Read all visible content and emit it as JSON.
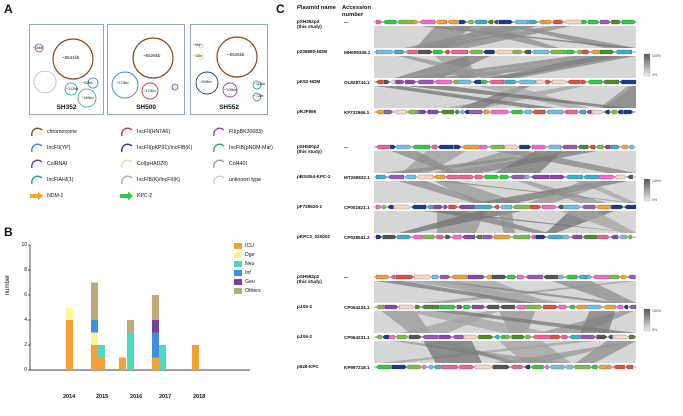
{
  "panelA": {
    "letter": "A",
    "boxes": [
      {
        "name": "SH352",
        "labels": [
          "~5541kb",
          "~273kb",
          "~185kb",
          "~112kb",
          "~82kb",
          "~10kb"
        ]
      },
      {
        "name": "SH500",
        "labels": [
          "~5526kb",
          "~273kb",
          "~170kb",
          "~4kb"
        ]
      },
      {
        "name": "SH552",
        "labels": [
          "~5526kb",
          "~259kb",
          "~106kb",
          "~111kb",
          "~72kb",
          "~11kb",
          "~5kb"
        ]
      }
    ],
    "legend": [
      {
        "label": "chromosome",
        "color": "#8b4513",
        "shape": "arc"
      },
      {
        "label": "IncFII(HNTA6)",
        "color": "#c0392b",
        "shape": "arc"
      },
      {
        "label": "FII(pBK30683)",
        "color": "#8e44ad",
        "shape": "arc"
      },
      {
        "label": "IncFII(YP)",
        "color": "#2e86de",
        "shape": "arc"
      },
      {
        "label": "IncFII(pKP91)/IncFIB(K)",
        "color": "#1a3a8a",
        "shape": "arc"
      },
      {
        "label": "IncFIB(pNDM-Mar)",
        "color": "#27ae60",
        "shape": "arc"
      },
      {
        "label": "ColRNAI",
        "color": "#6c3483",
        "shape": "arc"
      },
      {
        "label": "Col(pHAD28)",
        "color": "#f0d9a0",
        "shape": "arc"
      },
      {
        "label": "Col440I",
        "color": "#999999",
        "shape": "arc"
      },
      {
        "label": "IncFIAHI(1)",
        "color": "#16a085",
        "shape": "arc"
      },
      {
        "label": "IncFIB(K)/IncFII(K)",
        "color": "#aaaaaa",
        "shape": "arc"
      },
      {
        "label": "unknown type",
        "color": "#cccccc",
        "shape": "arc"
      },
      {
        "label": "NDM-1",
        "color": "#f5a623",
        "shape": "arrow"
      },
      {
        "label": "KPC-2",
        "color": "#2ecc40",
        "shape": "arrow"
      }
    ]
  },
  "panelB": {
    "letter": "B",
    "ylabel": "number",
    "yticks": [
      "0",
      "2",
      "4",
      "6",
      "8",
      "10"
    ],
    "years": [
      "2014",
      "2015",
      "2016",
      "2017",
      "2018"
    ],
    "legend": [
      {
        "label": "ICU",
        "color": "#f5a035"
      },
      {
        "label": "Dge",
        "color": "#fff59d"
      },
      {
        "label": "Neu",
        "color": "#4dd9c0"
      },
      {
        "label": "Inf",
        "color": "#3d8de0"
      },
      {
        "label": "Geu",
        "color": "#7b3fa0"
      },
      {
        "label": "Others",
        "color": "#c2a878"
      }
    ],
    "chart_data": {
      "type": "bar",
      "stacked": true,
      "ylabel": "number",
      "ylim": [
        0,
        10
      ],
      "categories": [
        "2014-a",
        "2014-b",
        "2015-a",
        "2015-b",
        "2016-a",
        "2016-b",
        "2017-a",
        "2017-b",
        "2018-a"
      ],
      "series": [
        {
          "name": "ICU",
          "values": [
            0,
            4,
            2,
            1,
            1,
            0,
            1,
            0,
            2
          ]
        },
        {
          "name": "Dge",
          "values": [
            0,
            1,
            1,
            0,
            0,
            0,
            0,
            0,
            0
          ]
        },
        {
          "name": "Neu",
          "values": [
            0,
            0,
            0,
            1,
            0,
            3,
            0,
            2,
            0
          ]
        },
        {
          "name": "Inf",
          "values": [
            0,
            0,
            1,
            0,
            0,
            0,
            2,
            0,
            0
          ]
        },
        {
          "name": "Geu",
          "values": [
            0,
            0,
            0,
            0,
            0,
            0,
            1,
            0,
            0
          ]
        },
        {
          "name": "Others",
          "values": [
            0,
            0,
            3,
            0,
            0,
            1,
            2,
            0,
            0
          ]
        }
      ]
    }
  },
  "panelC": {
    "letter": "C",
    "header_name": "Plasmid name",
    "header_acc": "Accession number",
    "groups": [
      {
        "rows": [
          {
            "name": "pSH352p3",
            "sub": "(this study)",
            "acc": "—"
          },
          {
            "name": "p209880-NDM",
            "sub": "",
            "acc": "MH909345.1"
          },
          {
            "name": "pK52-NDM",
            "sub": "",
            "acc": "OL828744.1"
          },
          {
            "name": "pRJF866",
            "sub": "",
            "acc": "KF732966.1"
          }
        ]
      },
      {
        "rows": [
          {
            "name": "pSH500p2",
            "sub": "(this study)",
            "acc": "—"
          },
          {
            "name": "pBSI054-KPC-2",
            "sub": "",
            "acc": "MT269833.1"
          },
          {
            "name": "pF728925-1",
            "sub": "",
            "acc": "CP001821.1"
          },
          {
            "name": "pKPC2_020002",
            "sub": "",
            "acc": "CP028541.2"
          }
        ]
      },
      {
        "rows": [
          {
            "name": "pSH552p2",
            "sub": "(this study)",
            "acc": "—"
          },
          {
            "name": "pJX5-2",
            "sub": "",
            "acc": "CP064234.1"
          },
          {
            "name": "pJX6-2",
            "sub": "",
            "acc": "CP064231.1"
          },
          {
            "name": "p628-KPC",
            "sub": "",
            "acc": "KP987218.1"
          }
        ]
      }
    ],
    "scale_labels": [
      "100%",
      "0%"
    ]
  }
}
